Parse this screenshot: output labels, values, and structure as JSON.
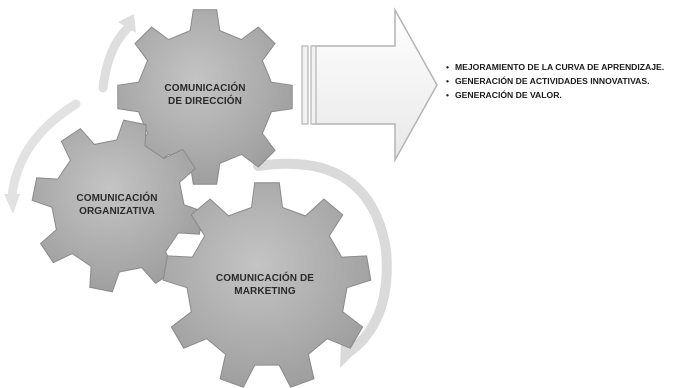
{
  "gears": [
    {
      "id": "direccion",
      "lines": [
        "COMUNICACIÓN",
        "DE DIRECCIÓN"
      ]
    },
    {
      "id": "organizativa",
      "lines": [
        "COMUNICACIÓN",
        "ORGANIZATIVA"
      ]
    },
    {
      "id": "marketing",
      "lines": [
        "COMUNICACIÓN DE",
        "MARKETING"
      ]
    }
  ],
  "bullets": [
    "MEJORAMIENTO DE LA CURVA DE APRENDIZAJE.",
    "GENERACIÓN DE ACTIVIDADES INNOVATIVAS.",
    "GENERACIÓN DE VALOR."
  ],
  "colors": {
    "gear_fill": "#a9a9a9",
    "gear_stroke": "#8a8a8a",
    "arrow_fill": "#f4f4f4",
    "arrow_stroke": "#b4b4b4",
    "curve_arrow": "#dcdcdc"
  },
  "icons": [
    "gear-icon",
    "curved-arrow-icon",
    "block-arrow-icon"
  ]
}
